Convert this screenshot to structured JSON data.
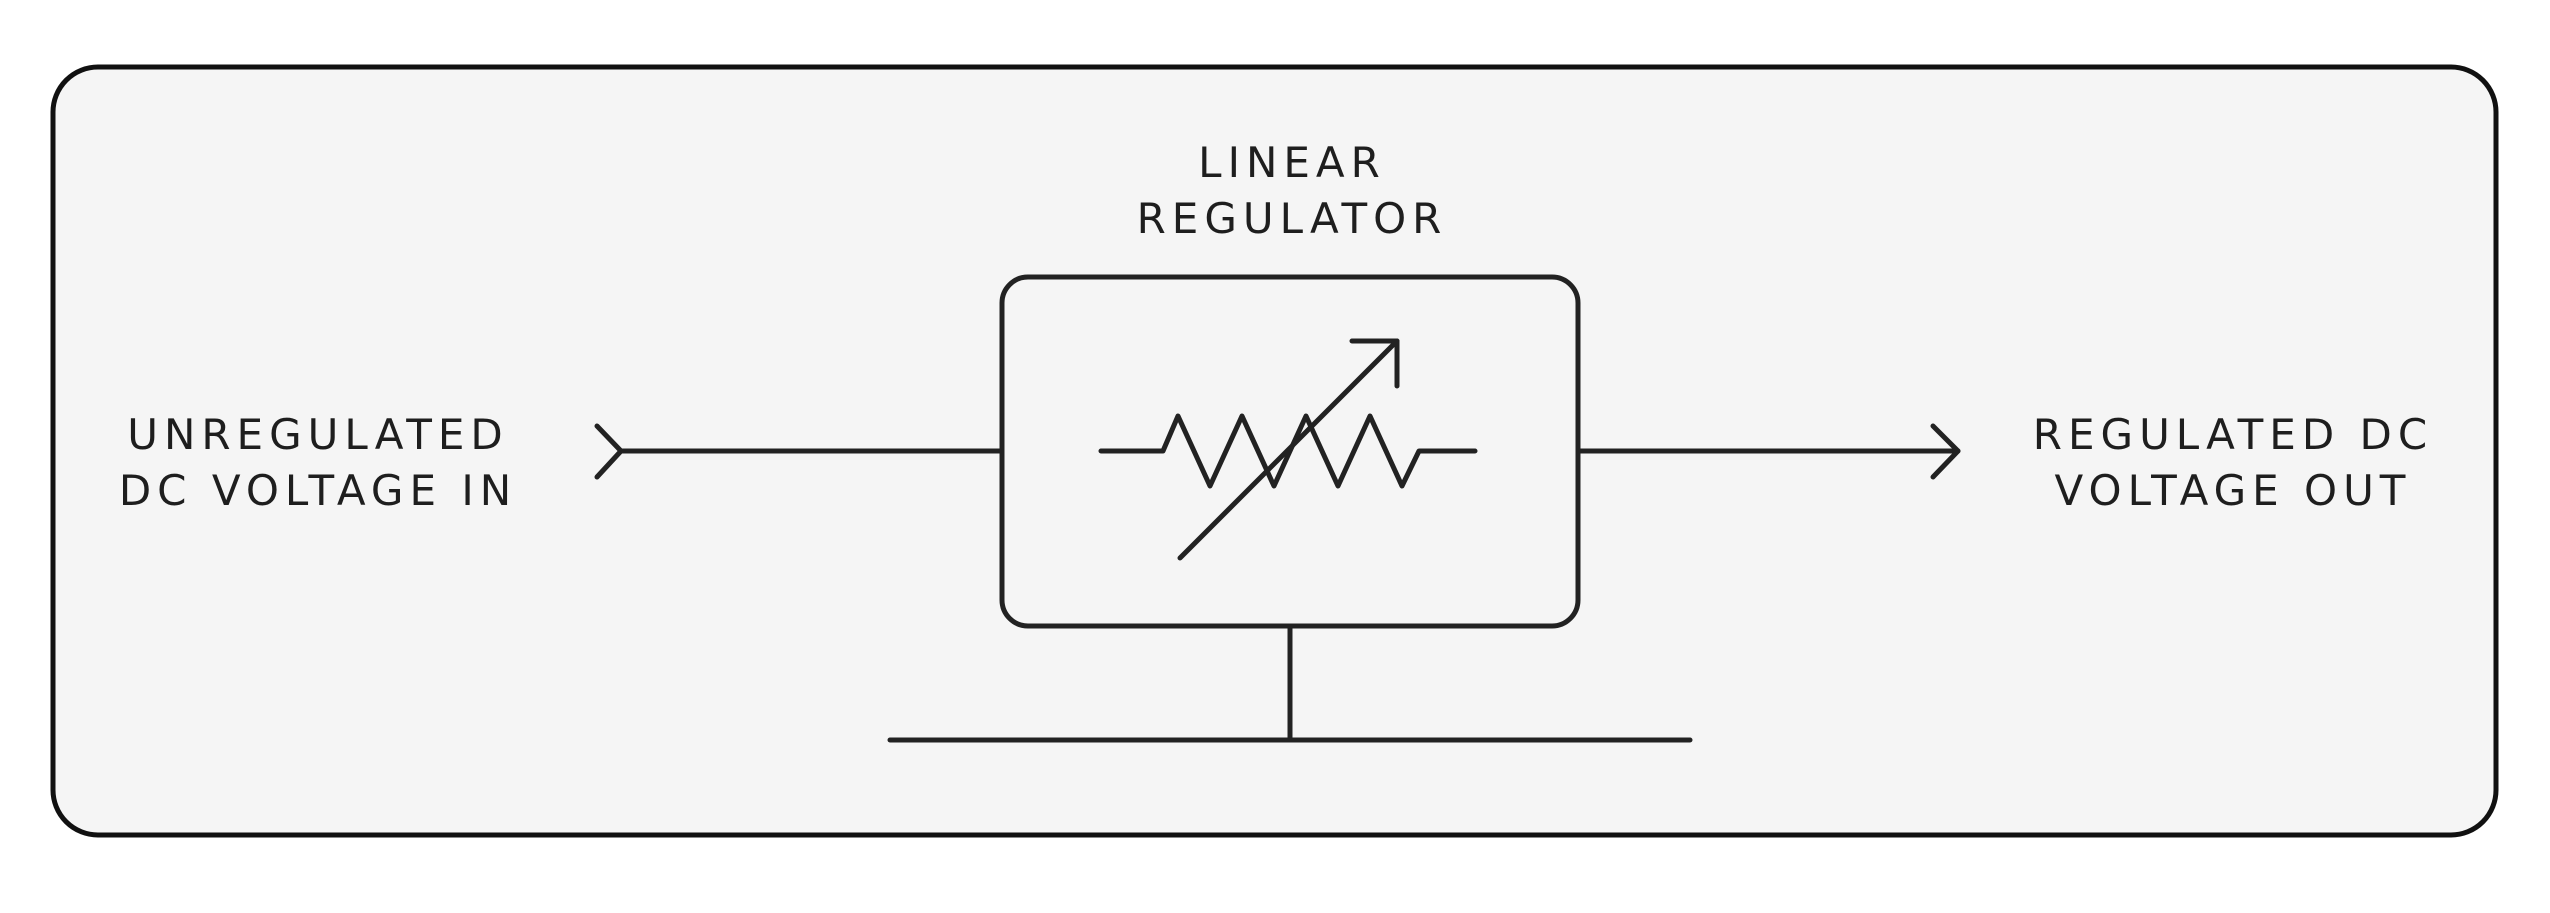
{
  "diagram": {
    "title_line1": "LINEAR",
    "title_line2": "REGULATOR",
    "input_line1": "UNREGULATED",
    "input_line2": "DC VOLTAGE IN",
    "output_line1": "REGULATED DC",
    "output_line2": "VOLTAGE OUT",
    "symbol": "variable-resistor-icon",
    "colors": {
      "background": "#f5f5f5",
      "stroke": "#222222",
      "text": "#1e1e1e"
    }
  }
}
